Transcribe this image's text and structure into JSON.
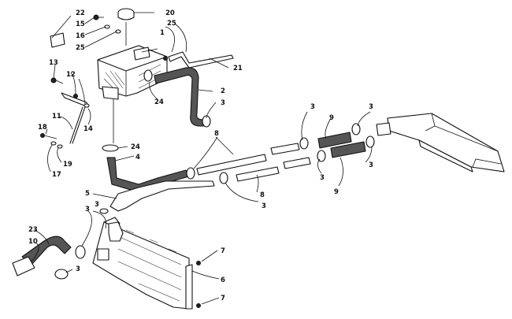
{
  "diagram": {
    "callouts": [
      {
        "id": "c22",
        "text": "22"
      },
      {
        "id": "c15",
        "text": "15"
      },
      {
        "id": "c16",
        "text": "16"
      },
      {
        "id": "c25a",
        "text": "25"
      },
      {
        "id": "c20",
        "text": "20"
      },
      {
        "id": "c25b",
        "text": "25"
      },
      {
        "id": "c1",
        "text": "1"
      },
      {
        "id": "c21",
        "text": "21"
      },
      {
        "id": "c13",
        "text": "13"
      },
      {
        "id": "c12",
        "text": "12"
      },
      {
        "id": "c2",
        "text": "2"
      },
      {
        "id": "c3a",
        "text": "3"
      },
      {
        "id": "c24a",
        "text": "24"
      },
      {
        "id": "c14",
        "text": "14"
      },
      {
        "id": "c11",
        "text": "11"
      },
      {
        "id": "c18",
        "text": "18"
      },
      {
        "id": "c19",
        "text": "19"
      },
      {
        "id": "c17",
        "text": "17"
      },
      {
        "id": "c24b",
        "text": "24"
      },
      {
        "id": "c4",
        "text": "4"
      },
      {
        "id": "c3b",
        "text": "3"
      },
      {
        "id": "c9a",
        "text": "9"
      },
      {
        "id": "c3c",
        "text": "3"
      },
      {
        "id": "c8a",
        "text": "8"
      },
      {
        "id": "c3d",
        "text": "3"
      },
      {
        "id": "c3e",
        "text": "3"
      },
      {
        "id": "c3f",
        "text": "3"
      },
      {
        "id": "c9b",
        "text": "9"
      },
      {
        "id": "c8b",
        "text": "8"
      },
      {
        "id": "c5",
        "text": "5"
      },
      {
        "id": "c3g",
        "text": "3"
      },
      {
        "id": "c3h",
        "text": "3"
      },
      {
        "id": "c23",
        "text": "23"
      },
      {
        "id": "c10",
        "text": "10"
      },
      {
        "id": "c7a",
        "text": "7"
      },
      {
        "id": "c3i",
        "text": "3"
      },
      {
        "id": "c6",
        "text": "6"
      },
      {
        "id": "c7b",
        "text": "7"
      }
    ]
  }
}
